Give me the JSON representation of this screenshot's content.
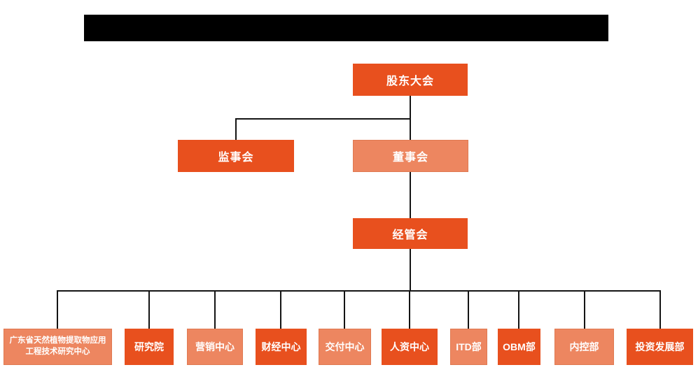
{
  "colors": {
    "primary_orange": "#E8501E",
    "secondary_orange": "#ED8660",
    "connector_line": "#141414",
    "redacted_title_bar": "#000000",
    "node_text": "#FFFFFF"
  },
  "org_chart": {
    "root": {
      "label": "股东大会",
      "tone": "dark"
    },
    "supervisory_board": {
      "label": "监事会",
      "tone": "dark"
    },
    "board_of_directors": {
      "label": "董事会",
      "tone": "light"
    },
    "management_committee": {
      "label": "经管会",
      "tone": "dark"
    },
    "departments": [
      {
        "label": "广东省天然植物提取物应用工程技术研究中心",
        "tone": "light"
      },
      {
        "label": "研究院",
        "tone": "dark"
      },
      {
        "label": "营销中心",
        "tone": "light"
      },
      {
        "label": "财经中心",
        "tone": "dark"
      },
      {
        "label": "交付中心",
        "tone": "light"
      },
      {
        "label": "人资中心",
        "tone": "dark"
      },
      {
        "label": "ITD部",
        "tone": "light"
      },
      {
        "label": "OBM部",
        "tone": "dark"
      },
      {
        "label": "内控部",
        "tone": "light"
      },
      {
        "label": "投资发展部",
        "tone": "dark"
      }
    ]
  }
}
